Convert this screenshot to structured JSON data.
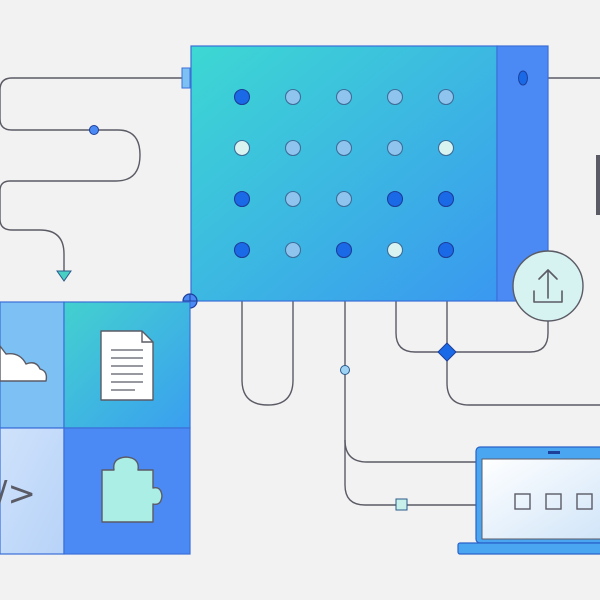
{
  "colors": {
    "background": "#f2f2f2",
    "line": "#5b5b66",
    "grid_dot_dark": "#1a6ae8",
    "grid_dot_light": "#8fc4ee",
    "grid_dot_pale": "#d8f3f0",
    "panel_side": "#4b8af5",
    "tile_cloud": "#7cc0f4",
    "tile_puzzle": "#4b8af5",
    "laptop_frame": "#4ba6f2"
  },
  "icons": {
    "cloud": "cloud-icon",
    "code": "code-icon",
    "document": "document-icon",
    "puzzle": "puzzle-icon",
    "upload": "upload-icon",
    "laptop": "laptop-icon"
  },
  "tiles": {
    "code_text": "/>"
  },
  "dot_grid": [
    [
      "dark",
      "light",
      "light",
      "light",
      "light"
    ],
    [
      "pale",
      "light",
      "light",
      "light",
      "pale"
    ],
    [
      "dark",
      "light",
      "light",
      "dark",
      "dark"
    ],
    [
      "dark",
      "light",
      "dark",
      "pale",
      "dark"
    ]
  ]
}
